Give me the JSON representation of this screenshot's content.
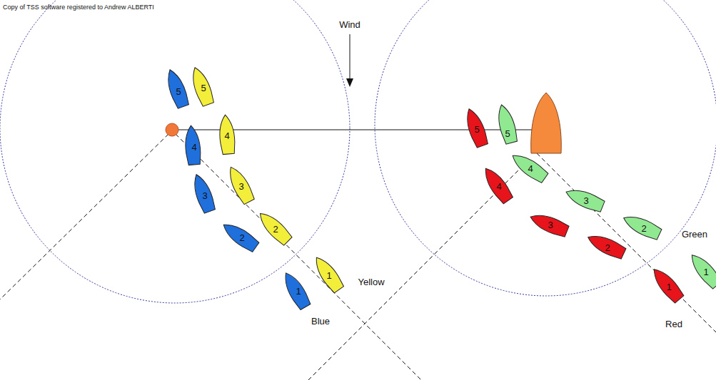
{
  "diagram": {
    "labels": [
      "Copy of TSS software registered to Andrew ALBERTI",
      "Wind",
      "1",
      "2",
      "3",
      "4",
      "5",
      "1",
      "2",
      "3",
      "4",
      "5",
      "1",
      "2",
      "3",
      "4",
      "5",
      "1",
      "2",
      "3",
      "4",
      "5",
      "Blue",
      "Yellow",
      "Red",
      "Green"
    ]
  }
}
